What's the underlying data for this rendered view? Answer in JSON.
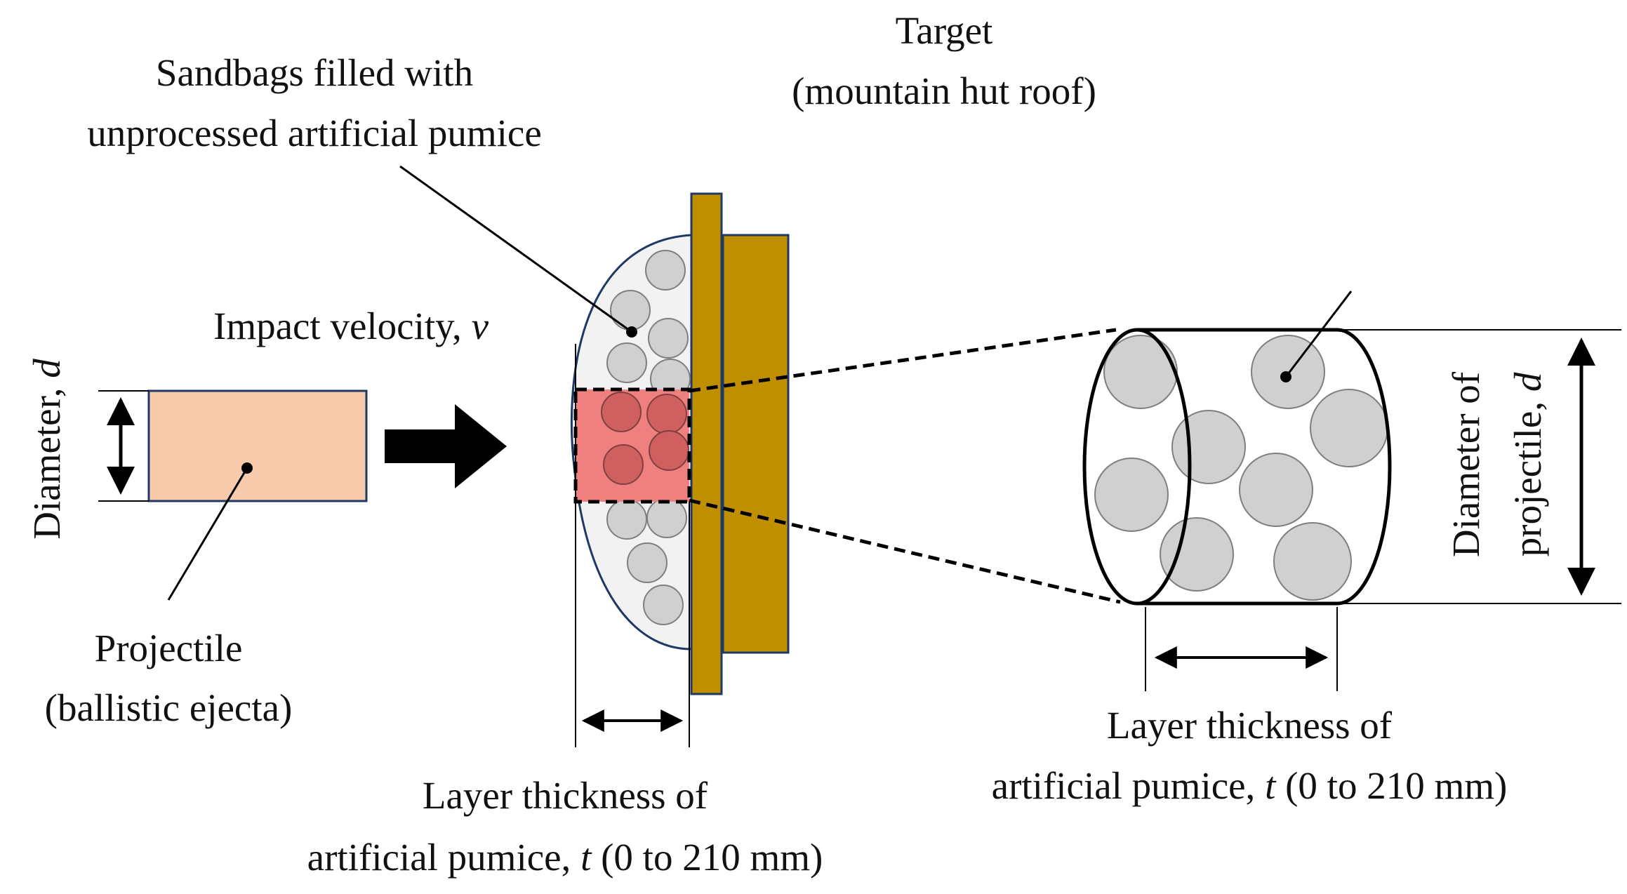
{
  "labels": {
    "target_line1": "Target",
    "target_line2": "(mountain hut roof)",
    "sandbags_line1": "Sandbags filled with",
    "sandbags_line2": "unprocessed artificial pumice",
    "impact_velocity": "Impact velocity, ",
    "impact_velocity_var": "v",
    "diameter": "Diameter, ",
    "diameter_var": "d",
    "projectile_line1": "Projectile",
    "projectile_line2": "(ballistic ejecta)",
    "layer_thickness_line1": "Layer thickness of",
    "layer_thickness_line2_pre": "artificial pumice, ",
    "layer_thickness_var": "t",
    "layer_thickness_line2_post": " (0 to 210 mm)",
    "diameter_of_projectile_line1": "Diameter of",
    "diameter_of_projectile_line2": "projectile, ",
    "diameter_of_projectile_var": "d"
  },
  "colors": {
    "projectile_fill": "#F8CBAD",
    "projectile_stroke": "#1F3864",
    "target_fill": "#BF8F00",
    "target_stroke": "#1F3864",
    "sandbag_fill": "#F2F2F2",
    "sandbag_stroke": "#1F3864",
    "pumice_fill": "#D0D0D0",
    "pumice_stroke": "#7F7F7F",
    "highlight_fill": "#F08080",
    "highlight_circle_fill": "#D06060"
  }
}
